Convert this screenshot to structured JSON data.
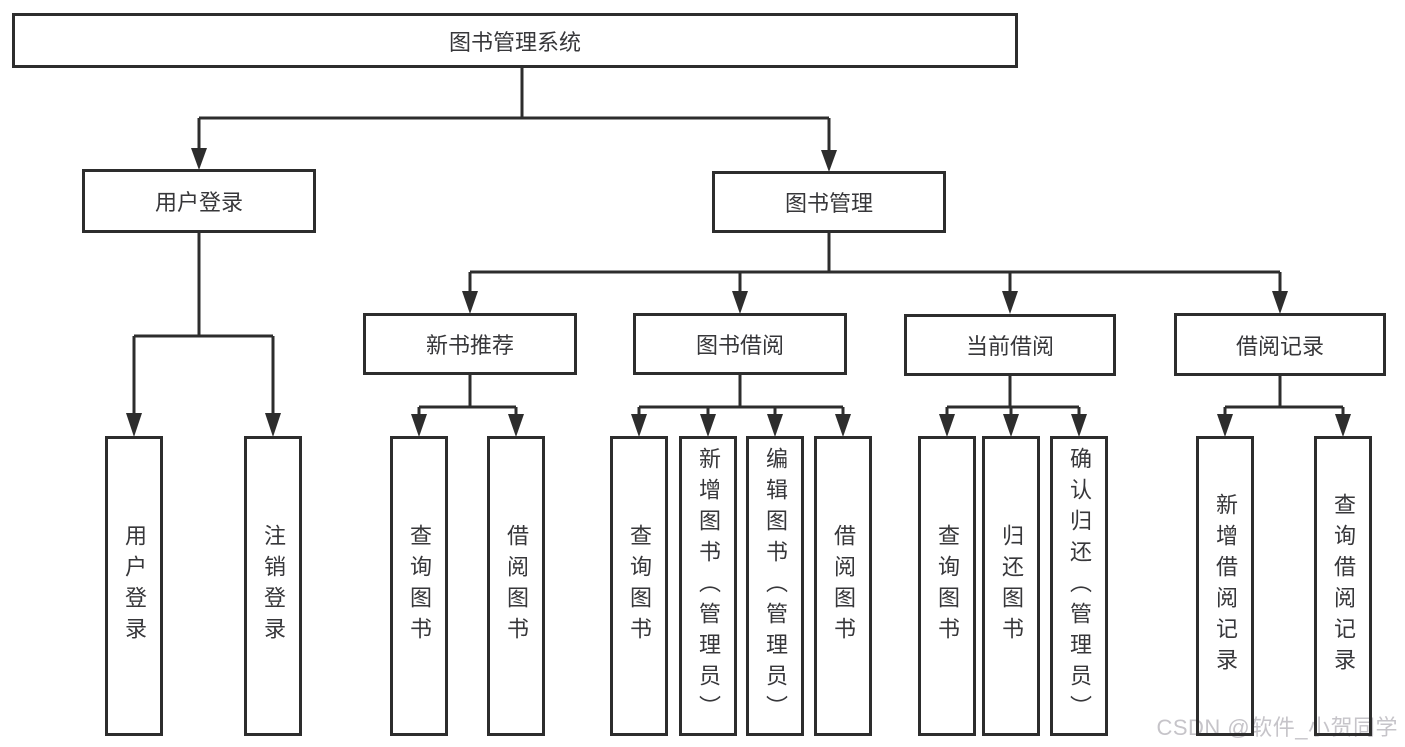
{
  "diagram": {
    "root": "图书管理系统",
    "branches": [
      {
        "label": "用户登录",
        "children": [
          "用户登录",
          "注销登录"
        ]
      },
      {
        "label": "图书管理",
        "children": [
          {
            "label": "新书推荐",
            "children": [
              "查询图书",
              "借阅图书"
            ]
          },
          {
            "label": "图书借阅",
            "children": [
              "查询图书",
              "新增图书（管理员）",
              "编辑图书（管理员）",
              "借阅图书"
            ]
          },
          {
            "label": "当前借阅",
            "children": [
              "查询图书",
              "归还图书",
              "确认归还（管理员）"
            ]
          },
          {
            "label": "借阅记录",
            "children": [
              "新增借阅记录",
              "查询借阅记录"
            ]
          }
        ]
      }
    ]
  },
  "watermark": "CSDN @软件_小贺同学",
  "colors": {
    "line": "#2d2d2d",
    "text": "#37373a",
    "background": "#ffffff",
    "watermark": "#c6c4c9"
  }
}
